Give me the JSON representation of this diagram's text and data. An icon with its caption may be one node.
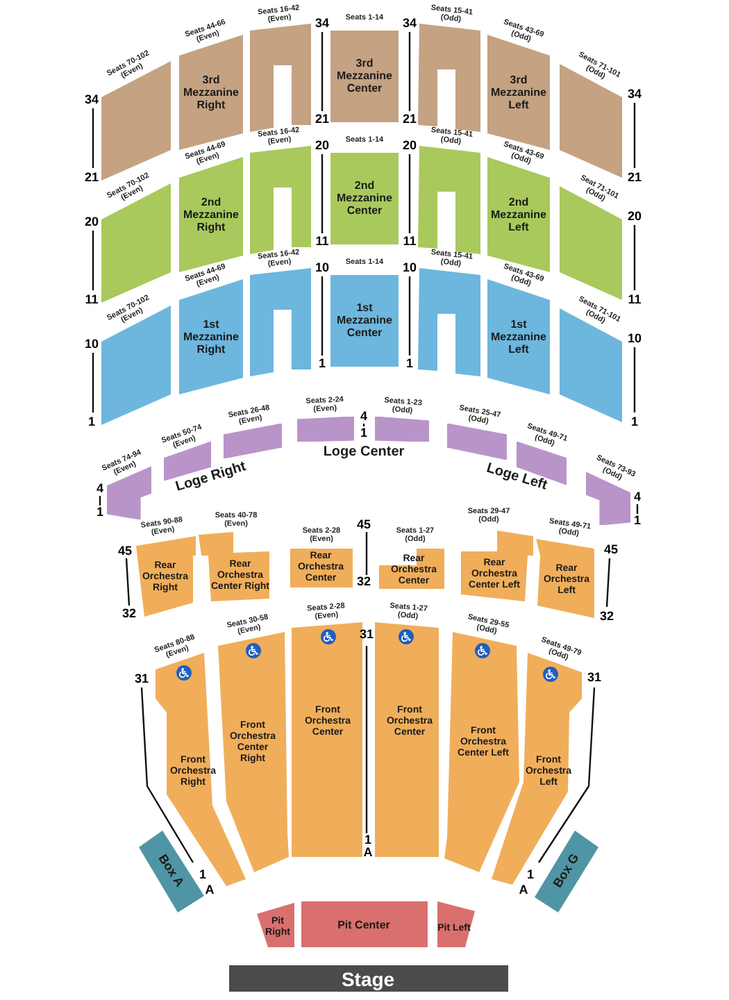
{
  "diagram": {
    "nodes": [
      {
        "text": [],
        "shape": "box",
        "beside": [
          "Seats 70-102 (Even)"
        ]
      },
      {
        "text": [
          "3rd Mezzanine Right"
        ],
        "beside": [
          "Seats 44-66 (Even)"
        ]
      },
      {
        "text": [],
        "shape": "box",
        "beside": [
          "Seats 16-42 (Even)"
        ]
      },
      {
        "text": [
          "3rd Mezzanine Center"
        ],
        "beside": [
          "Seats 1-14"
        ]
      },
      {
        "text": [],
        "shape": "box",
        "beside": [
          "Seats 15-41 (Odd)"
        ]
      },
      {
        "text": [
          "3rd Mezzanine Left"
        ],
        "beside": [
          "Seats 43-69 (Odd)"
        ]
      },
      {
        "text": [],
        "shape": "box",
        "beside": [
          "Seats 71-101 (Odd)"
        ]
      },
      {
        "text": [],
        "shape": "box",
        "beside": [
          "Seats 70-102 (Even)"
        ]
      },
      {
        "text": [
          "2nd Mezzanine Right"
        ],
        "beside": [
          "Seats 44-69 (Even)"
        ]
      },
      {
        "text": [],
        "shape": "box",
        "beside": [
          "Seats 16-42 (Even)"
        ]
      },
      {
        "text": [
          "2nd Mezzanine Center"
        ],
        "beside": [
          "Seats 1-14"
        ]
      },
      {
        "text": [],
        "shape": "box",
        "beside": [
          "Seats 15-41 (Odd)"
        ]
      },
      {
        "text": [
          "2nd Mezzanine Left"
        ],
        "beside": [
          "Seats 43-69 (Odd)"
        ]
      },
      {
        "text": [],
        "shape": "box",
        "beside": [
          "Seat 71-101 (Odd)"
        ]
      },
      {
        "text": [],
        "shape": "box",
        "beside": [
          "Seats 70-102 (Even)"
        ]
      },
      {
        "text": [
          "1st Mezzanine Right"
        ],
        "beside": [
          "Seats 44-69 (Even)"
        ]
      },
      {
        "text": [],
        "shape": "box",
        "beside": [
          "Seats 16-42 (Even)"
        ]
      },
      {
        "text": [
          "1st Mezzanine Center"
        ],
        "beside": [
          "Seats 1-14"
        ]
      },
      {
        "text": [],
        "shape": "box",
        "beside": [
          "Seats 15-41 (Odd)"
        ]
      },
      {
        "text": [
          "1st Mezzanine Left"
        ],
        "beside": [
          "Seats 43-69 (Odd)"
        ]
      },
      {
        "text": [],
        "shape": "box",
        "beside": [
          "Seats 71-101 (Odd)"
        ]
      },
      {
        "text": [],
        "shape": "bar",
        "beside": [
          "Seats 74-94 (Even)"
        ]
      },
      {
        "text": [],
        "shape": "bar",
        "beside": [
          "Seats 50-74 (Even)"
        ]
      },
      {
        "text": [],
        "shape": "bar",
        "beside": [
          "Seats 26-48 (Even)"
        ]
      },
      {
        "text": [],
        "shape": "bar",
        "beside": [
          "Seats 2-24 (Even)"
        ]
      },
      {
        "text": [],
        "shape": "bar",
        "beside": [
          "Seats 1-23 (Odd)"
        ]
      },
      {
        "text": [],
        "shape": "bar",
        "beside": [
          "Seats 25-47 (Odd)"
        ]
      },
      {
        "text": [],
        "shape": "bar",
        "beside": [
          "Seats 49-71 (Odd)"
        ]
      },
      {
        "text": [],
        "shape": "bar",
        "beside": [
          "Seats 73-93 (Odd)"
        ]
      },
      {
        "text": [
          "Rear Orchestra Right"
        ],
        "beside": [
          "Seats 90-88 (Even)"
        ]
      },
      {
        "text": [
          "Rear Orchestra Center Right"
        ],
        "beside": [
          "Seats 40-78 (Even)"
        ]
      },
      {
        "text": [
          "Rear Orchestra Center"
        ],
        "beside": [
          "Seats 2-28 (Even)"
        ]
      },
      {
        "text": [
          "Rear Orchestra Center"
        ],
        "beside": [
          "Seats 1-27 (Odd)"
        ]
      },
      {
        "text": [
          "Rear Orchestra Center Left"
        ],
        "beside": [
          "Seats 29-47 (Odd)"
        ]
      },
      {
        "text": [
          "Rear Orchestra Left"
        ],
        "beside": [
          "Seats 49-71 (Odd)"
        ]
      },
      {
        "text": [
          "Front Orchestra Right"
        ],
        "beside": [
          "Seats 80-88 (Even)"
        ]
      },
      {
        "text": [
          "Front Orchestra Center Right"
        ],
        "beside": [
          "Seats 30-58 (Even)"
        ]
      },
      {
        "text": [
          "Front Orchestra Center"
        ],
        "beside": [
          "Seats 2-28 (Even)"
        ]
      },
      {
        "text": [
          "Front Orchestra Center"
        ],
        "beside": [
          "Seats 1-27 (Odd)"
        ]
      },
      {
        "text": [
          "Front Orchestra Center Left"
        ],
        "beside": [
          "Seats 29-55 (Odd)"
        ]
      },
      {
        "text": [
          "Front Orchestra Left"
        ],
        "beside": [
          "Seats 49-79 (Odd)"
        ]
      },
      {
        "text": [
          "Box A"
        ]
      },
      {
        "text": [
          "Box G"
        ]
      },
      {
        "text": [
          "Pit Right"
        ]
      },
      {
        "text": [
          "Pit Center"
        ]
      },
      {
        "text": [
          "Pit Left"
        ]
      },
      {
        "text": [
          "Stage"
        ]
      }
    ],
    "labels": [
      "34",
      "21",
      "34",
      "21",
      "34",
      "21",
      "34",
      "21",
      "20",
      "11",
      "20",
      "11",
      "20",
      "11",
      "20",
      "11",
      "10",
      "1",
      "10",
      "1",
      "10",
      "1",
      "10",
      "1",
      "4",
      "1",
      "4",
      "1",
      "4",
      "1",
      "Loge Right",
      "Loge Center",
      "Loge Left",
      "45",
      "32",
      "45",
      "32",
      "45",
      "32",
      "31",
      "1",
      "A",
      "31",
      "1",
      "A",
      "31",
      "1",
      "A"
    ]
  }
}
